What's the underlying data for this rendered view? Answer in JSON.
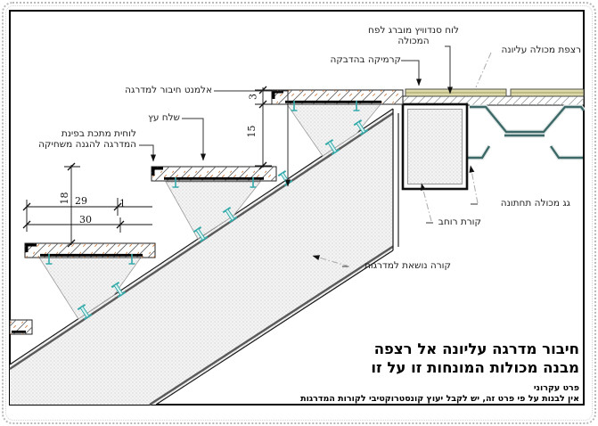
{
  "drawing": {
    "labels": {
      "sandwich_panel_line1": "לוח סנדוויץ מוברג לפח",
      "sandwich_panel_line2": "המכולה",
      "ceramic": "קרמיקה בהדבקה",
      "upper_floor": "רצפת מכולה עליונה",
      "connection_element": "אלמנט חיבור למדרגה",
      "wood_tread": "שלח עץ",
      "metal_plate_line1": "לוחית מתכת בפינת",
      "metal_plate_line2": "המדרגה להגנה משחיקה",
      "cross_beam": "קורת רוחב",
      "lower_container_roof": "גג מכולה תחתונה",
      "stair_stringer": "קורה נושאת למדרגות"
    },
    "dimensions": {
      "tread_thickness_cm": "3",
      "clear_rise_cm": "15",
      "rise_cm": "18",
      "going_cm": "29",
      "tread_depth_cm": "30",
      "nose_cm": "1"
    },
    "title": {
      "line1": "חיבור מדרגה עליונה אל רצפה",
      "line2": "מבנה מכולות המונחות זו על זו",
      "note": "פרט עקרוני",
      "warning": "אין לבנות על פי פרט זה, יש לקבל יעוץ קונסטרוקטיבי לקורות המדרגות"
    },
    "colors": {
      "connector_accent": "#35aaaa",
      "hatch_accent": "#c97a3f",
      "corrugation": "#3c6868",
      "ceramic_fill": "#ded9a8"
    }
  }
}
